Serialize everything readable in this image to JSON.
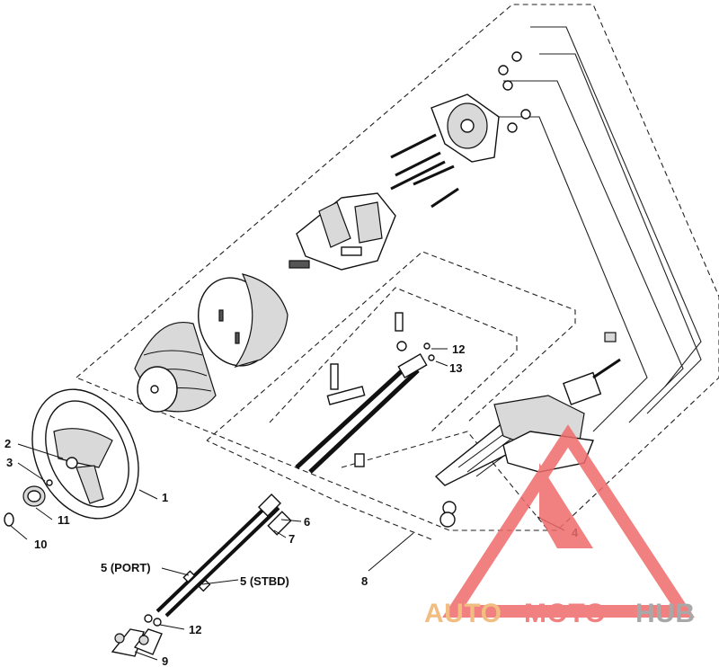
{
  "callouts": {
    "c1": "1",
    "c2": "2",
    "c3": "3",
    "c4": "4",
    "c5_port": "5 (PORT)",
    "c5_stbd": "5 (STBD)",
    "c6": "6",
    "c7": "7",
    "c8": "8",
    "c9": "9",
    "c10": "10",
    "c11": "11",
    "c12a": "12",
    "c12b": "12",
    "c13": "13"
  },
  "watermark": {
    "word_part1": "AUTO",
    "word_part2": "MOTO",
    "word_part3": "HUB",
    "color_orange": "#f0b26a",
    "color_red": "#ef6b6b",
    "color_gray": "#9a9a9a"
  }
}
